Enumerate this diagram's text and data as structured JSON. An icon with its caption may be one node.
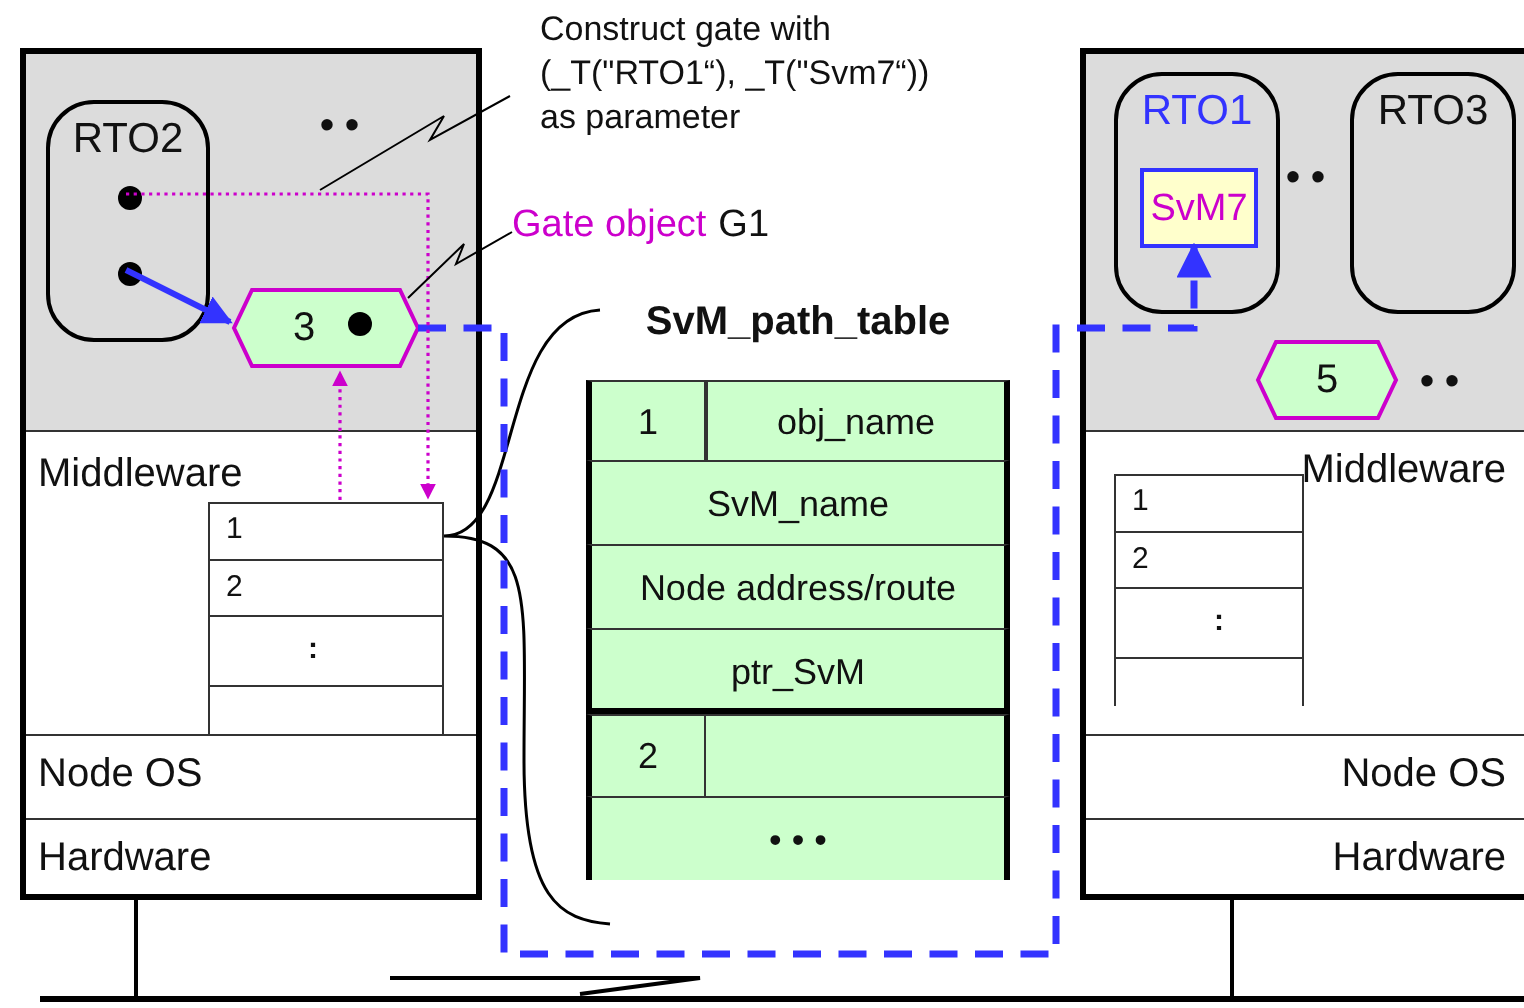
{
  "diagram": {
    "nodes": [
      {
        "text": [],
        "shape": "box"
      },
      {
        "text": [
          "RTO2"
        ],
        "in": 0
      },
      {
        "text": [
          "3"
        ],
        "in": 0
      },
      {
        "text": [
          "Middleware"
        ],
        "in": 0
      },
      {
        "text": [
          "1",
          "2",
          ":"
        ],
        "in": 3
      },
      {
        "text": [
          "Node OS"
        ],
        "in": 0
      },
      {
        "text": [
          "Hardware"
        ],
        "in": 0
      },
      {
        "text": [
          "Construct gate with (_T(\"RTO1“), _T(\"Svm7“)) as parameter"
        ]
      },
      {
        "text": [
          "Gate object",
          "G1"
        ]
      },
      {
        "text": [
          "SvM_path_table"
        ]
      },
      {
        "text": [],
        "shape": "box"
      },
      {
        "text": [
          "RTO1"
        ],
        "in": 10
      },
      {
        "text": [
          "SvM7"
        ],
        "in": 11
      },
      {
        "text": [
          "RTO3"
        ],
        "in": 10
      },
      {
        "text": [
          "5"
        ],
        "in": 10
      },
      {
        "text": [
          "Middleware"
        ],
        "in": 10
      },
      {
        "text": [
          "1",
          "2",
          ":"
        ],
        "in": 15
      },
      {
        "text": [
          "Node OS"
        ],
        "in": 10
      },
      {
        "text": [
          "Hardware"
        ],
        "in": 10
      },
      {
        "text": [],
        "shape": "bar"
      }
    ],
    "edges": [
      {
        "from": 1,
        "to": 2,
        "arrow": "to",
        "color": "#3333ff"
      },
      {
        "from": 2,
        "to": 12,
        "arrow": "to",
        "style": "dashed",
        "color": "#3333ff"
      },
      {
        "from": 1,
        "to": 4,
        "arrow": "to",
        "style": "dashed",
        "color": "#cc00cc"
      },
      {
        "from": 4,
        "to": 2,
        "arrow": "to",
        "style": "dashed",
        "color": "#cc00cc"
      },
      {
        "from": 7,
        "to": null,
        "arrow": "none",
        "color": "#000000"
      },
      {
        "from": 8,
        "to": 2,
        "arrow": "none",
        "color": "#000000"
      },
      {
        "from": 0,
        "to": 19,
        "arrow": "none",
        "color": "#000000"
      },
      {
        "from": 10,
        "to": 19,
        "arrow": "none",
        "color": "#000000"
      }
    ],
    "labels": [
      "• •",
      "1",
      "obj_name",
      "SvM_name",
      "Node address/route",
      "ptr_SvM",
      "2",
      "• • •",
      "• •",
      "• •"
    ]
  }
}
